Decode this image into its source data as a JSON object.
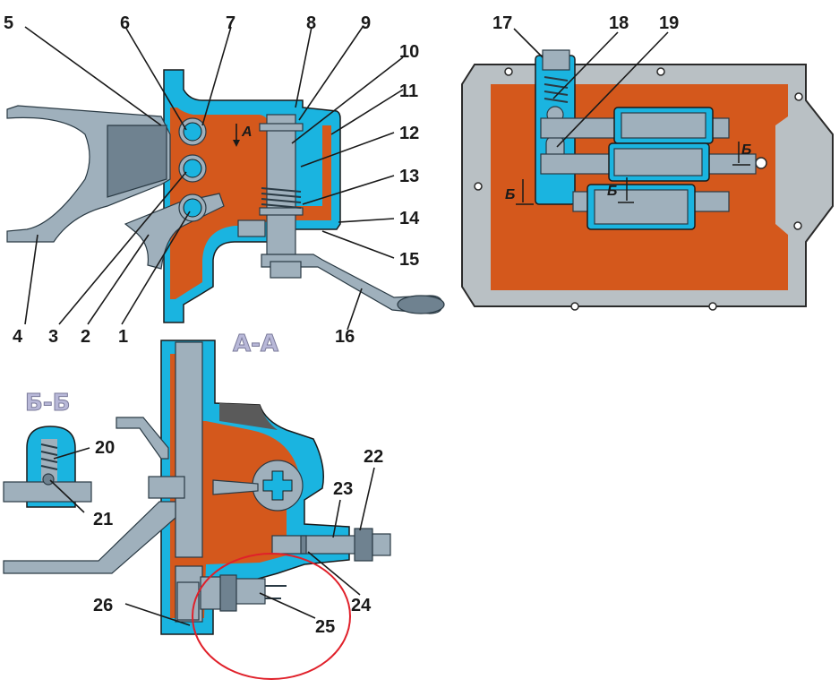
{
  "diagram": {
    "subject": "Gearshift mechanism of gearbox",
    "colors": {
      "housing_section": "#1ab4e0",
      "interior": "#d4581c",
      "metal_parts": "#9fb0bc",
      "highlight_ellipse": "#e0202a",
      "section_label": "#b8b8d8"
    },
    "views": {
      "main": {
        "view_marker": "A"
      },
      "top_right": {
        "section_markers": [
          "Б",
          "Б",
          "Б"
        ]
      },
      "section_aa": {
        "title": "А-А"
      },
      "section_bb": {
        "title": "Б-Б"
      }
    },
    "callouts": [
      {
        "id": "1",
        "label": "1"
      },
      {
        "id": "2",
        "label": "2"
      },
      {
        "id": "3",
        "label": "3"
      },
      {
        "id": "4",
        "label": "4"
      },
      {
        "id": "5",
        "label": "5"
      },
      {
        "id": "6",
        "label": "6"
      },
      {
        "id": "7",
        "label": "7"
      },
      {
        "id": "8",
        "label": "8"
      },
      {
        "id": "9",
        "label": "9"
      },
      {
        "id": "10",
        "label": "10"
      },
      {
        "id": "11",
        "label": "11"
      },
      {
        "id": "12",
        "label": "12"
      },
      {
        "id": "13",
        "label": "13"
      },
      {
        "id": "14",
        "label": "14"
      },
      {
        "id": "15",
        "label": "15"
      },
      {
        "id": "16",
        "label": "16"
      },
      {
        "id": "17",
        "label": "17"
      },
      {
        "id": "18",
        "label": "18"
      },
      {
        "id": "19",
        "label": "19"
      },
      {
        "id": "20",
        "label": "20"
      },
      {
        "id": "21",
        "label": "21"
      },
      {
        "id": "22",
        "label": "22"
      },
      {
        "id": "23",
        "label": "23"
      },
      {
        "id": "24",
        "label": "24"
      },
      {
        "id": "25",
        "label": "25"
      },
      {
        "id": "26",
        "label": "26"
      }
    ],
    "highlight": {
      "target": "25",
      "shape": "ellipse"
    }
  }
}
